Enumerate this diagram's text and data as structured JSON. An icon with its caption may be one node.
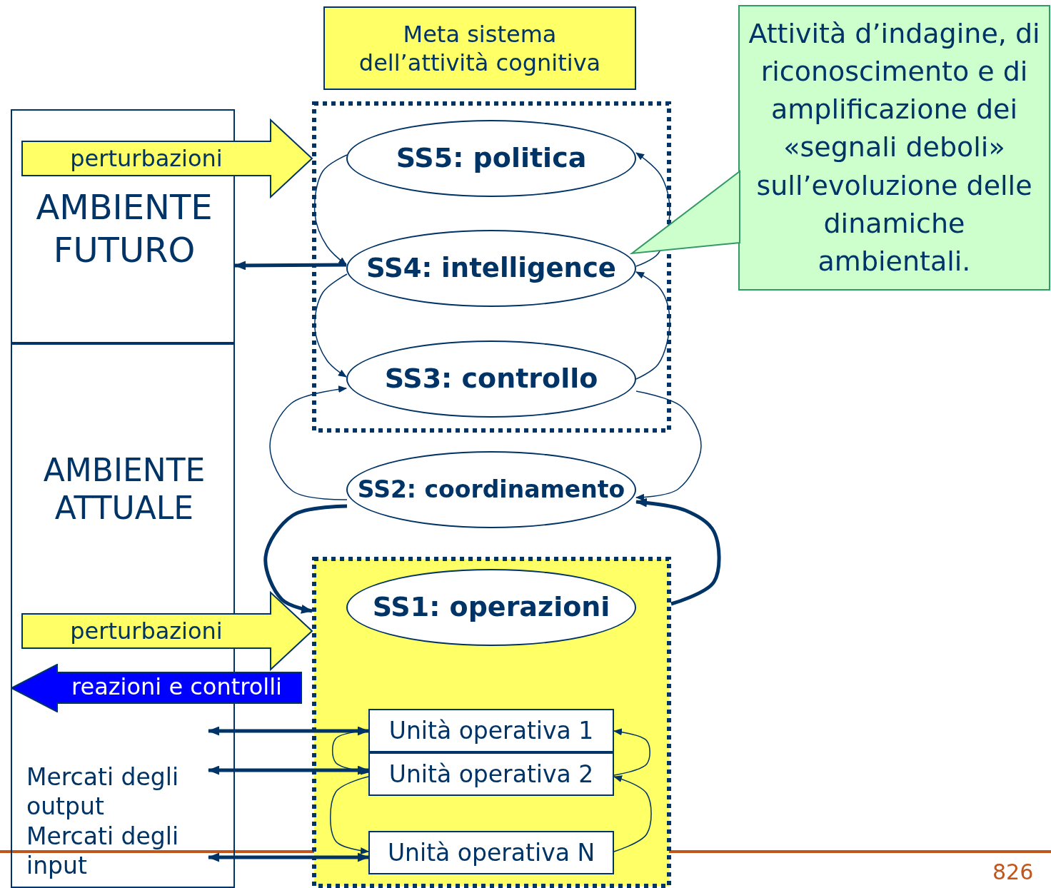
{
  "diagram": {
    "nodes": [
      {
        "text": [
          "Meta sistema dell’attività cognitiva"
        ]
      },
      {
        "text": [
          "Attività d’indagine, di riconoscimento e di amplificazione dei «segnali deboli» sull’evoluzione delle dinamiche ambientali."
        ]
      },
      {
        "text": [
          "AMBIENTE FUTURO"
        ]
      },
      {
        "text": [
          "AMBIENTE ATTUALE",
          "Mercati degli output",
          "Mercati degli input"
        ]
      },
      {
        "text": [],
        "shape": "box"
      },
      {
        "text": [
          "SS5: politica"
        ],
        "in": 4
      },
      {
        "text": [
          "SS4: intelligence"
        ],
        "in": 4
      },
      {
        "text": [
          "SS3: controllo"
        ],
        "in": 4
      },
      {
        "text": [
          "SS2: coordinamento"
        ]
      },
      {
        "text": [],
        "shape": "box"
      },
      {
        "text": [
          "SS1: operazioni"
        ],
        "in": 9
      },
      {
        "text": [
          "Unità operativa 1"
        ],
        "in": 9
      },
      {
        "text": [
          "Unità operativa 2"
        ],
        "in": 9
      },
      {
        "text": [
          "Unità operativa N"
        ],
        "in": 9
      },
      {
        "text": [
          "reazioni e controlli"
        ]
      }
    ],
    "edges": [
      {
        "from": 5,
        "to": 6,
        "arrow": "to"
      },
      {
        "from": 6,
        "to": 5,
        "arrow": "to"
      },
      {
        "from": 6,
        "to": 7,
        "arrow": "to"
      },
      {
        "from": 7,
        "to": 6,
        "arrow": "to"
      },
      {
        "from": 8,
        "to": 7,
        "arrow": "to"
      },
      {
        "from": 7,
        "to": 8,
        "arrow": "to"
      },
      {
        "from": 8,
        "to": 9,
        "arrow": "to",
        "style": "thick"
      },
      {
        "from": 9,
        "to": 8,
        "arrow": "to",
        "style": "thick"
      },
      {
        "from": 6,
        "to": 2,
        "arrow": "to",
        "style": "thick"
      },
      {
        "from": 11,
        "to": 12,
        "arrow": "to"
      },
      {
        "from": 12,
        "to": 11,
        "arrow": "to"
      },
      {
        "from": 12,
        "to": 13,
        "arrow": "to"
      },
      {
        "from": 13,
        "to": 12,
        "arrow": "to"
      },
      {
        "from": 3,
        "to": 11,
        "arrow": "both",
        "style": "thick"
      },
      {
        "from": 3,
        "to": 12,
        "arrow": "both",
        "style": "thick"
      },
      {
        "from": 3,
        "to": 13,
        "arrow": "both",
        "style": "thick"
      },
      {
        "from": 1,
        "to": 6,
        "arrow": "to",
        "color": "#ccffcc"
      },
      {
        "from": 2,
        "to": 4,
        "arrow": "to",
        "label": "perturbazioni",
        "style": "thick",
        "color": "#ffff66"
      },
      {
        "from": 3,
        "to": 9,
        "arrow": "to",
        "label": "perturbazioni",
        "style": "thick",
        "color": "#ffff66"
      }
    ],
    "labels": [
      "826"
    ]
  }
}
